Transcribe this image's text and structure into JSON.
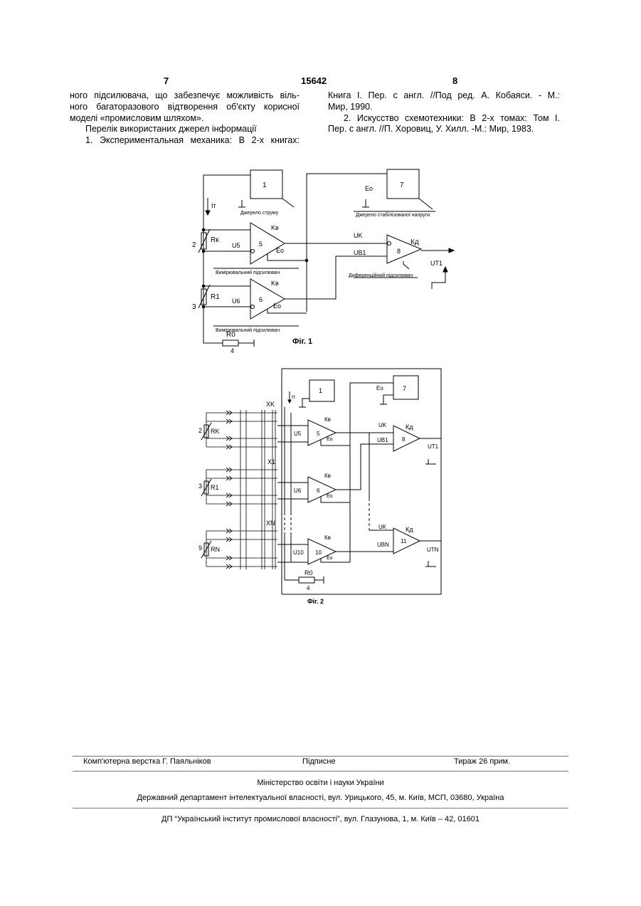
{
  "header": {
    "left_page": "7",
    "patent_number": "15642",
    "right_page": "8"
  },
  "left_column": {
    "line1": "ного підсилювача, що забезпечує можливість віль-",
    "line2": "ного багаторазового відтворення об'єкту корисної",
    "line3": "моделі «промисловим шляхом».",
    "refs_heading": "Перелік використаних джерел інформації",
    "ref1_start": "1. Экспериментальная механика: В 2-х книгах:"
  },
  "right_column": {
    "line1": "Книга І. Пер. с англ. //Под ред. А. Кобаяси. - М.:",
    "line2": "Мир, 1990.",
    "line3": "2. Искусство схемотехники: В 2-х томах: Том І.",
    "line4": "Пер. с англ. //П. Хоровиц, У. Хилл. -М.: Мир, 1983."
  },
  "fig1": {
    "caption": "Фіг. 1",
    "block1_num": "1",
    "block1_label": "Джерело струму",
    "block7_num": "7",
    "block7_label": "Джерело стабілізованої напруги",
    "e0": "Eo",
    "it": "Iт",
    "num2": "2",
    "rk": "Rк",
    "num3": "3",
    "r1": "R1",
    "amp5_num": "5",
    "amp5_kv": "Kв",
    "amp5_u": "U5",
    "amp5_e": "Eo",
    "amp5_label": "Вимірювальний підсилювач",
    "amp6_num": "6",
    "amp6_kv": "Kв",
    "amp6_u": "U6",
    "amp6_e": "Eo",
    "amp6_label": "Вимірювальний підсилювач",
    "amp8_num": "8",
    "amp8_kd": "Кд",
    "amp8_label": "Диференційний підсилювач",
    "uk": "UK",
    "ub1": "UB1",
    "ut1": "UT1",
    "r0": "R0",
    "num4": "4"
  },
  "fig2": {
    "caption": "Фіг. 2",
    "block1_num": "1",
    "block7_num": "7",
    "e0": "Eo",
    "it": "Iт",
    "xk": "XK",
    "x1": "X1",
    "xn": "XN",
    "num2": "2",
    "rk": "RK",
    "num3": "3",
    "r1": "R1",
    "num9": "9",
    "rn": "RN",
    "amp5_num": "5",
    "amp6_num": "6",
    "amp10_num": "10",
    "amp8_num": "8",
    "amp11_num": "11",
    "kv": "Кв",
    "kd": "Кд",
    "u5": "U5",
    "u6": "U6",
    "u10": "U10",
    "uk": "UK",
    "ub1": "UB1",
    "ubn": "UBN",
    "ut1": "UT1",
    "utn": "UTN",
    "r0": "R0",
    "num4": "4"
  },
  "imprint": {
    "typesetting": "Комп'ютерна верстка Г. Паяльніков",
    "signed": "Підписне",
    "circulation": "Тираж 26 прим.",
    "ministry": "Міністерство освіти і науки України",
    "department": "Державний департамент інтелектуальної власності, вул. Урицького, 45, м. Київ, МСП, 03680, Україна",
    "institute": "ДП “Український інститут промислової власності”, вул. Глазунова, 1, м. Київ – 42, 01601"
  }
}
